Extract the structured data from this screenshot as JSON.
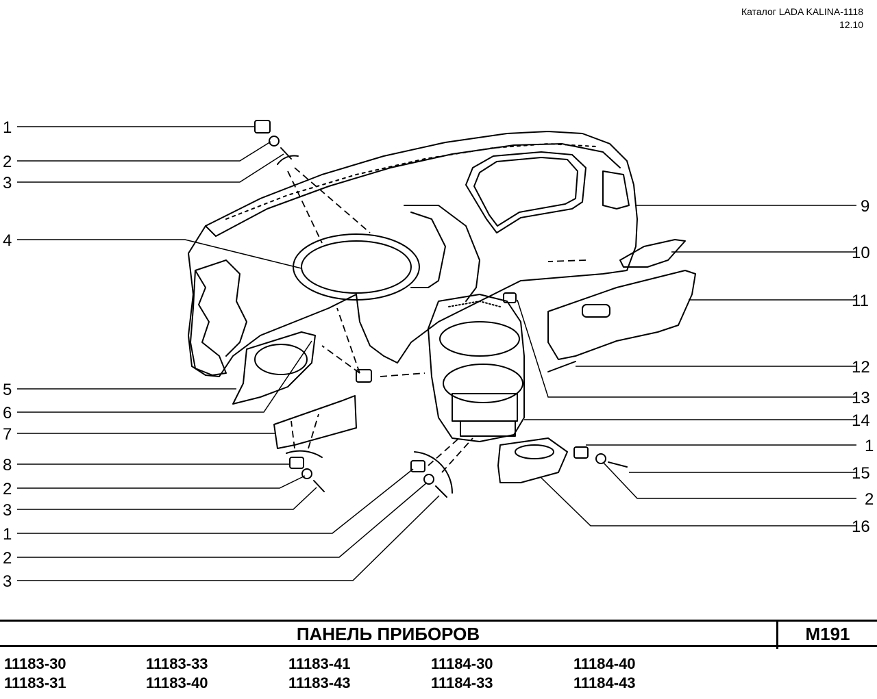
{
  "header": {
    "catalog_title": "Каталог LADA KALINA-1118",
    "date": "12.10"
  },
  "callouts": {
    "left": [
      "1",
      "2",
      "3",
      "4",
      "5",
      "6",
      "7",
      "8",
      "2",
      "3",
      "1",
      "2",
      "3"
    ],
    "right": [
      "9",
      "10",
      "11",
      "12",
      "13",
      "14",
      "1",
      "15",
      "2",
      "16"
    ]
  },
  "footer": {
    "title": "ПАНЕЛЬ   ПРИБОРОВ",
    "code": "M191"
  },
  "models": [
    [
      "11183-30",
      "11183-31"
    ],
    [
      "11183-33",
      "11183-40"
    ],
    [
      "11183-41",
      "11183-43"
    ],
    [
      "11184-30",
      "11184-33"
    ],
    [
      "11184-40",
      "11184-43"
    ]
  ]
}
